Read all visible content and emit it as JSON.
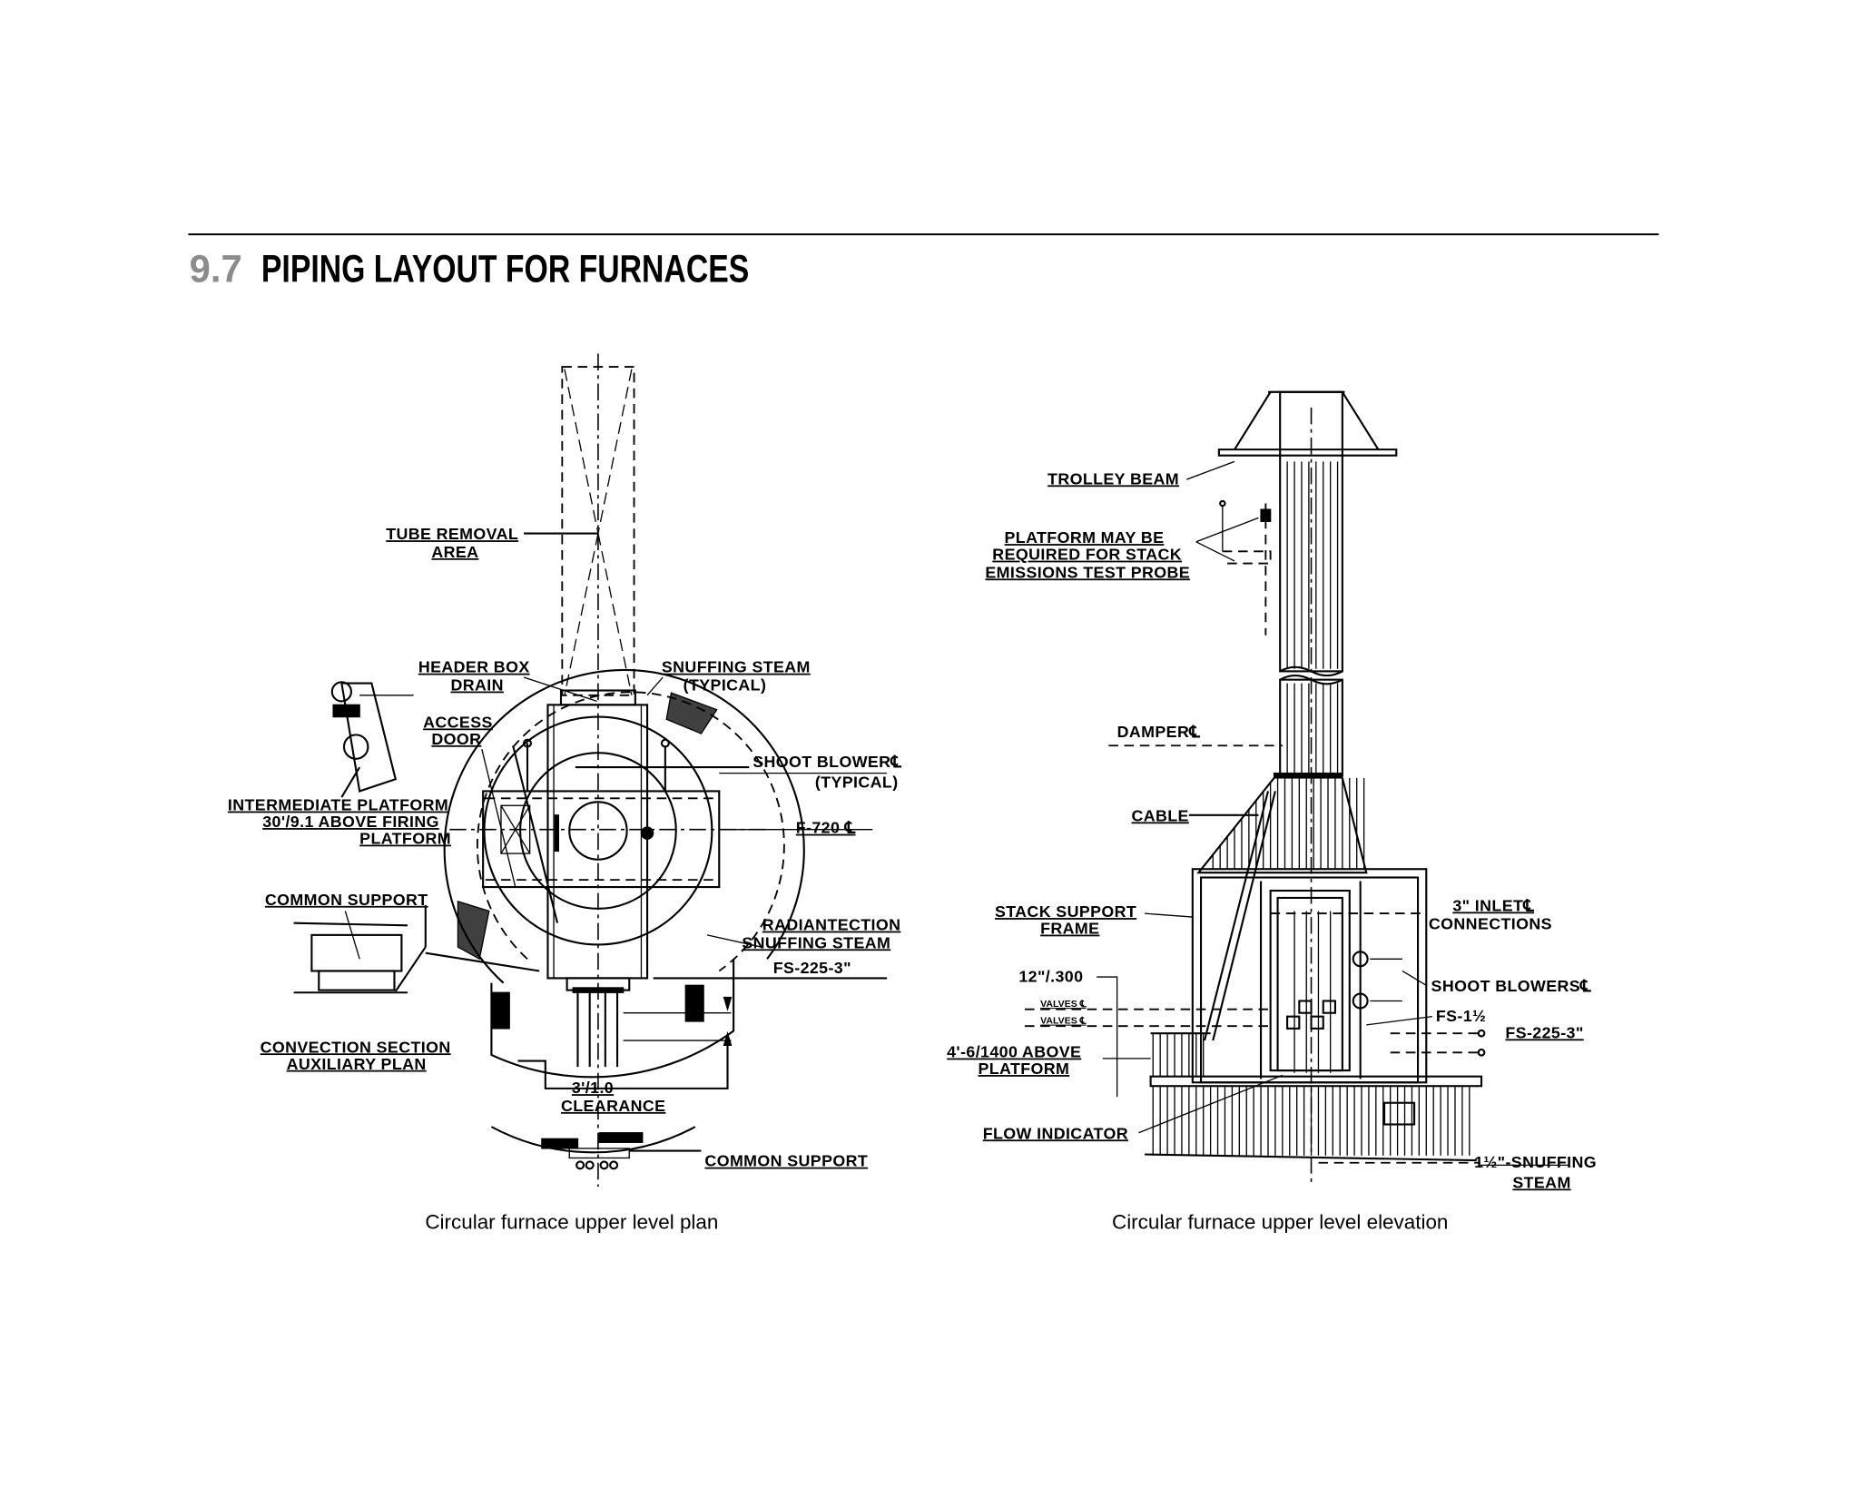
{
  "section": {
    "number": "9.7",
    "title": "PIPING LAYOUT FOR FURNACES",
    "number_color": "#8c8c8c"
  },
  "left_figure": {
    "caption": "Circular furnace upper level plan",
    "labels": {
      "tube_removal": [
        "TUBE REMOVAL",
        "AREA"
      ],
      "header_box": [
        "HEADER BOX",
        "DRAIN"
      ],
      "snuffing_steam": [
        "SNUFFING STEAM",
        "(TYPICAL)"
      ],
      "access_door": [
        "ACCESS",
        "DOOR"
      ],
      "shoot_blower": [
        "SHOOT BLOWER℄",
        "(TYPICAL)"
      ],
      "intermediate_platform": [
        "INTERMEDIATE PLATFORM",
        "30'/9.1 ABOVE FIRING",
        "PLATFORM"
      ],
      "f720": "F-720 ℄",
      "common_support_1": "COMMON SUPPORT",
      "radiant_section": [
        "RADIANTECTION",
        "SNUFFING STEAM"
      ],
      "fs225": "FS-225-3\"",
      "convection_section": [
        "CONVECTION SECTION",
        "AUXILIARY PLAN"
      ],
      "clearance": [
        "3'/1.0",
        "CLEARANCE"
      ],
      "common_support_2": "COMMON SUPPORT"
    }
  },
  "right_figure": {
    "caption": "Circular furnace upper level elevation",
    "labels": {
      "trolley_beam": "TROLLEY BEAM",
      "platform_may_be": [
        "PLATFORM MAY BE",
        "REQUIRED FOR STACK",
        "EMISSIONS TEST PROBE"
      ],
      "damper": "DAMPER℄",
      "cable": "CABLE",
      "stack_support": [
        "STACK SUPPORT",
        "FRAME"
      ],
      "inlet": [
        "3\" INLET℄",
        "CONNECTIONS"
      ],
      "dim_12": "12\"/.300",
      "valves_1": "VALVES ℄",
      "valves_2": "VALVES ℄",
      "shoot_blowers": "SHOOT BLOWERS℄",
      "fs_1_5": "FS-1½",
      "fs225": "FS-225-3\"",
      "above_platform": [
        "4'-6/1400 ABOVE",
        "PLATFORM"
      ],
      "flow_indicator": "FLOW INDICATOR",
      "snuffing_steam": [
        "1½\"-SNUFFING",
        "STEAM"
      ]
    }
  }
}
